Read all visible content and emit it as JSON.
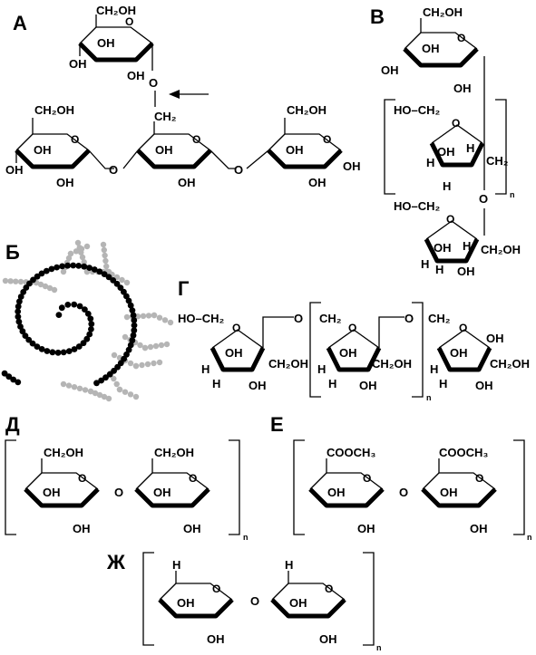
{
  "panels": {
    "A": {
      "label": "А",
      "top_unit": {
        "ch2oh": "CH₂OH",
        "oh": [
          "OH",
          "OH",
          "OH"
        ]
      },
      "link_o": "O",
      "link_ch2": "CH₂",
      "chain_units": [
        {
          "ch2oh": "CH₂OH",
          "oh": [
            "OH",
            "OH",
            "OH"
          ]
        },
        {
          "ch2oh": "",
          "oh": [
            "OH",
            "OH"
          ]
        },
        {
          "ch2oh": "CH₂OH",
          "oh": [
            "OH",
            "OH",
            "OH"
          ]
        }
      ],
      "bridge_o": [
        "O",
        "O"
      ]
    },
    "B": {
      "label": "В",
      "glucose": {
        "ch2oh": "CH₂OH",
        "oh": [
          "OH",
          "OH",
          "OH"
        ]
      },
      "links": [
        "O",
        "O"
      ],
      "repeat_unit": {
        "hoch2": "HO–CH₂",
        "oh": "OH",
        "h": [
          "H",
          "H",
          "H"
        ],
        "ch2": "CH₂"
      },
      "end_unit": {
        "hoch2": "HO–CH₂",
        "oh": "OH",
        "h": [
          "H",
          "H",
          "H"
        ],
        "ch2oh": "CH₂OH",
        "oh2": "OH"
      },
      "subscript": "n"
    },
    "Б": {
      "label": "Б"
    },
    "Г": {
      "label": "Г",
      "start": "HO–CH₂",
      "units": [
        {
          "oh": [
            "OH",
            "OH"
          ],
          "h": [
            "H",
            "H"
          ],
          "ch2oh": "CH₂OH"
        },
        {
          "oh": [
            "OH",
            "OH"
          ],
          "h": [
            "H",
            "H"
          ],
          "ch2oh": "CH₂OH"
        },
        {
          "oh": [
            "OH",
            "OH",
            "OH"
          ],
          "h": [
            "H",
            "H"
          ],
          "ch2oh": "CH₂OH"
        }
      ],
      "o_links": [
        "O",
        "O"
      ],
      "ch2": [
        "CH₂",
        "CH₂"
      ],
      "subscript": "n"
    },
    "Д": {
      "label": "Д",
      "units": [
        {
          "top": "CH₂OH",
          "oh": [
            "OH",
            "OH"
          ]
        },
        {
          "top": "CH₂OH",
          "oh": [
            "OH",
            "OH"
          ]
        }
      ],
      "bridge": "O",
      "subscript": "n"
    },
    "Е": {
      "label": "Е",
      "units": [
        {
          "top": "COOCH₃",
          "oh": [
            "OH",
            "OH"
          ]
        },
        {
          "top": "COOCH₃",
          "oh": [
            "OH",
            "OH"
          ]
        }
      ],
      "bridge": "O",
      "subscript": "n"
    },
    "Ж": {
      "label": "Ж",
      "units": [
        {
          "top": "H",
          "oh": [
            "OH",
            "OH"
          ]
        },
        {
          "top": "H",
          "oh": [
            "OH",
            "OH"
          ]
        }
      ],
      "bridge": "O",
      "subscript": "n"
    }
  },
  "colors": {
    "ink": "#000000",
    "branch": "#b5b5b5",
    "background": "#ffffff"
  }
}
